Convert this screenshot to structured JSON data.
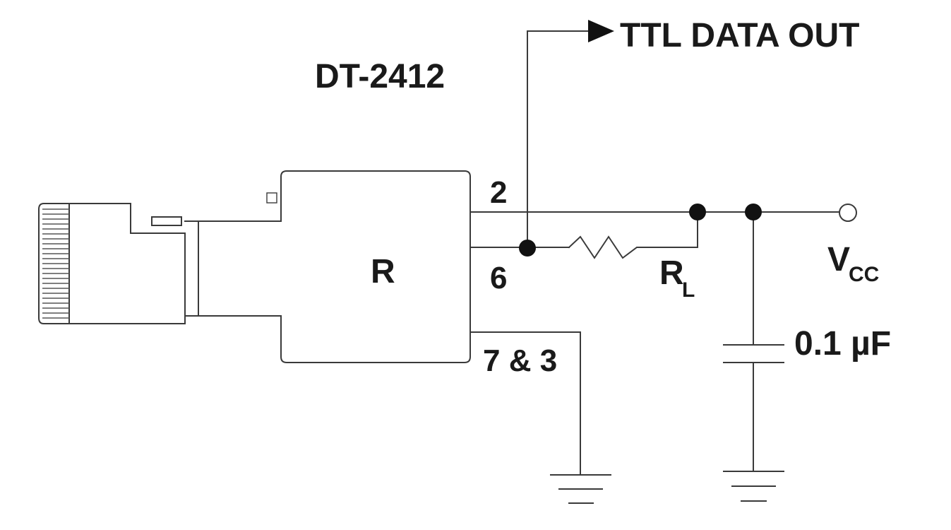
{
  "diagram": {
    "part_number": "DT-2412",
    "block_label": "R",
    "output_label": "TTL DATA OUT",
    "pins": {
      "pin_a": "2",
      "pin_b": "6",
      "pin_c": "7 & 3"
    },
    "resistor": {
      "letter": "R",
      "subscript": "L"
    },
    "capacitor_value": "0.1 µF",
    "supply": {
      "letter": "V",
      "subscript": "CC"
    }
  }
}
